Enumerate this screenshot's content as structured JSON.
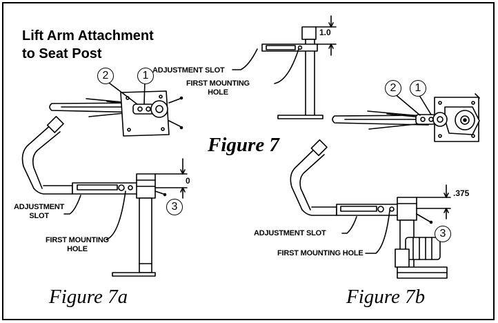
{
  "title": {
    "line1": "Lift Arm Attachment",
    "line2": "to Seat Post"
  },
  "figures": {
    "main": "Figure 7",
    "a": "Figure 7a",
    "b": "Figure 7b"
  },
  "labels": {
    "adjustment_slot": "ADJUSTMENT SLOT",
    "first_mounting_line1": "FIRST MOUNTING",
    "hole": "HOLE",
    "a_adjustment": "ADJUSTMENT",
    "a_slot": "SLOT",
    "b_adjustment_slot": "ADJUSTMENT SLOT",
    "b_first_mounting_hole": "FIRST MOUNTING HOLE"
  },
  "dimensions": {
    "top": "1.0",
    "a": "0",
    "b": ".375"
  },
  "callouts": {
    "one": "1",
    "two": "2",
    "three": "3"
  }
}
